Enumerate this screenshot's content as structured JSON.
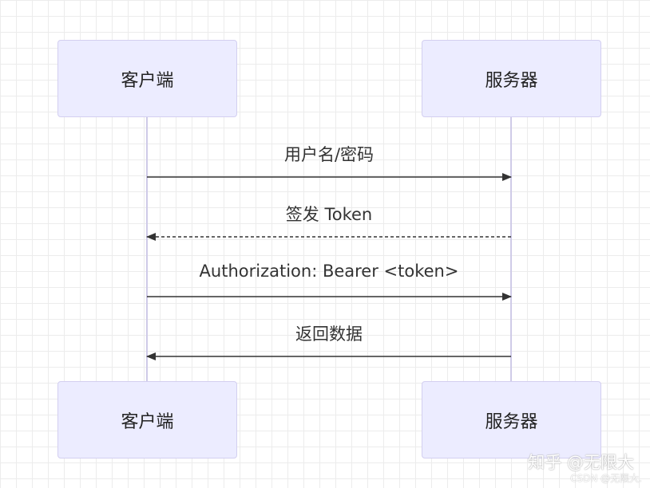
{
  "actors": {
    "client": {
      "label": "客户端"
    },
    "server": {
      "label": "服务器"
    }
  },
  "messages": [
    {
      "label": "用户名/密码",
      "from": "client",
      "to": "server",
      "style": "solid"
    },
    {
      "label": "签发 Token",
      "from": "server",
      "to": "client",
      "style": "dashed"
    },
    {
      "label": "Authorization: Bearer <token>",
      "from": "client",
      "to": "server",
      "style": "solid"
    },
    {
      "label": "返回数据",
      "from": "server",
      "to": "client",
      "style": "solid"
    }
  ],
  "watermark": {
    "zhihu": "知乎 @无限大",
    "csdn": "CSDN @无限大."
  },
  "colors": {
    "actor_fill": "#ececff",
    "actor_border": "#d3cff0",
    "lifeline": "#cfcbe8",
    "arrow": "#333333"
  }
}
